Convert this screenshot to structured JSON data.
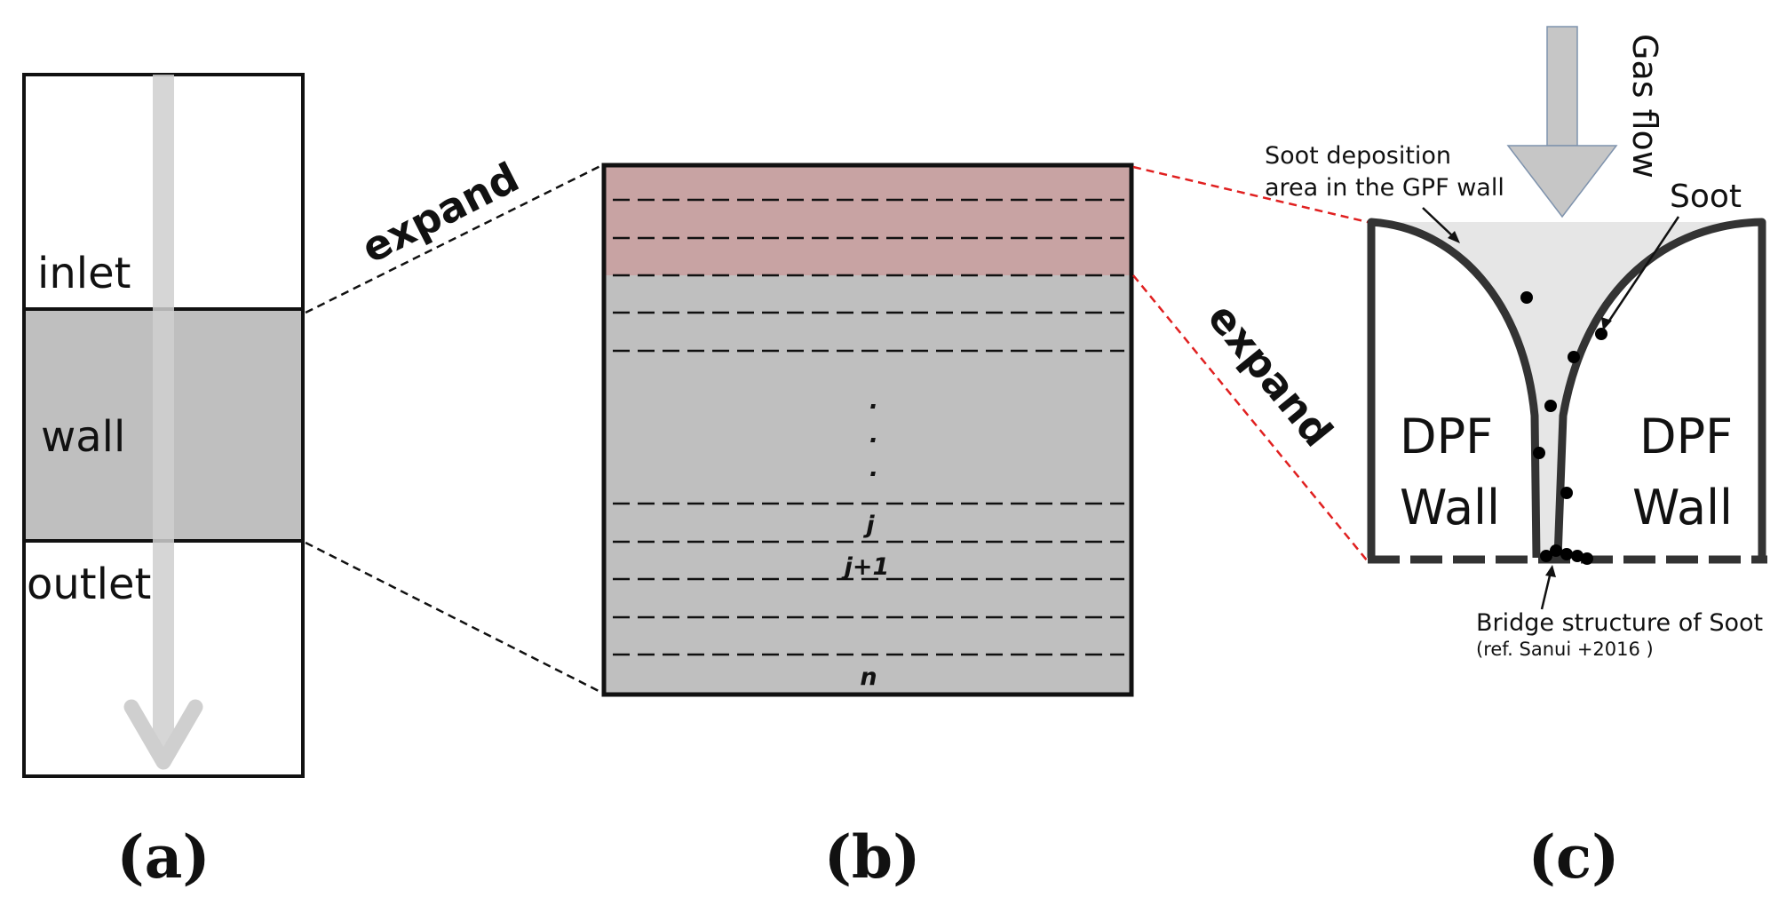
{
  "panel_a": {
    "inlet": "inlet",
    "wall": "wall",
    "outlet": "outlet",
    "caption": "(a)"
  },
  "panel_b": {
    "expand": "expand",
    "dots": ".",
    "layers": {
      "j": "j",
      "j_plus_1": "j+1",
      "n": "n"
    },
    "caption": "(b)"
  },
  "panel_c": {
    "expand": "expand",
    "gas_flow": "Gas flow",
    "soot_deposition_line1": "Soot deposition",
    "soot_deposition_line2": "area in the GPF wall",
    "soot": "Soot",
    "dpf": "DPF",
    "wall": "Wall",
    "bridge": "Bridge structure of Soot",
    "ref": "(ref. Sanui +2016 )",
    "caption": "(c)"
  },
  "colors": {
    "wall_fill": "#bfbfbf",
    "deposition_fill": "#c8a3a3",
    "arrow_gray": "#d3d3d3",
    "channel_fill": "#e6e6e6",
    "leader_red": "#e02020"
  }
}
